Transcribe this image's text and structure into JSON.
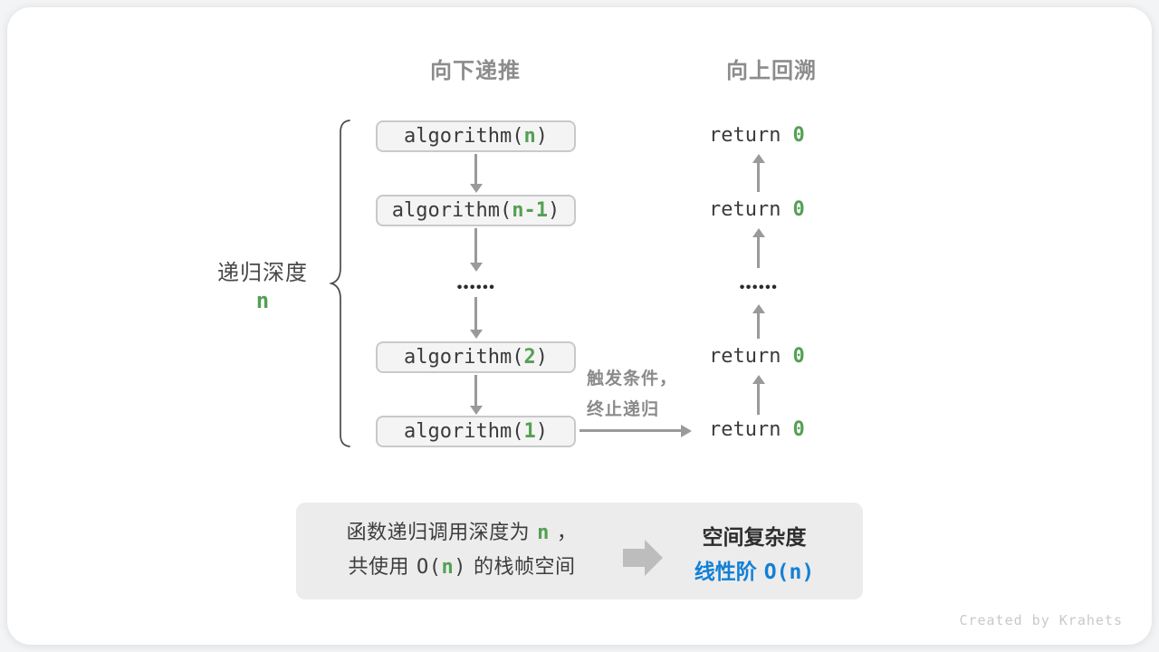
{
  "colors": {
    "green": "#54a054",
    "blue": "#1180d6"
  },
  "headers": {
    "down": "向下递推",
    "up": "向上回溯"
  },
  "depth": {
    "label": "递归深度",
    "value": "n"
  },
  "stack": [
    {
      "pre": "algorithm(",
      "arg": "n",
      "post": ")"
    },
    {
      "pre": "algorithm(",
      "arg": "n-1",
      "post": ")"
    },
    {
      "pre": "algorithm(",
      "arg": "2",
      "post": ")"
    },
    {
      "pre": "algorithm(",
      "arg": "1",
      "post": ")"
    }
  ],
  "ellipsis": "••••••",
  "returns": [
    {
      "kw": "return",
      "val": "0"
    },
    {
      "kw": "return",
      "val": "0"
    },
    {
      "kw": "return",
      "val": "0"
    },
    {
      "kw": "return",
      "val": "0"
    }
  ],
  "base_case": {
    "line1": "触发条件，",
    "line2": "终止递归"
  },
  "summary": {
    "line1": {
      "pre": "函数递归调用深度为",
      "var": "n",
      "post": "，"
    },
    "line2": {
      "pre": "共使用",
      "o": "O(",
      "var": "n",
      "close": ")",
      "post": "的栈帧空间"
    },
    "title": "空间复杂度",
    "result": {
      "pre": "线性阶",
      "o": "O(",
      "var": "n",
      "close": ")"
    }
  },
  "watermark": "Created by Krahets"
}
